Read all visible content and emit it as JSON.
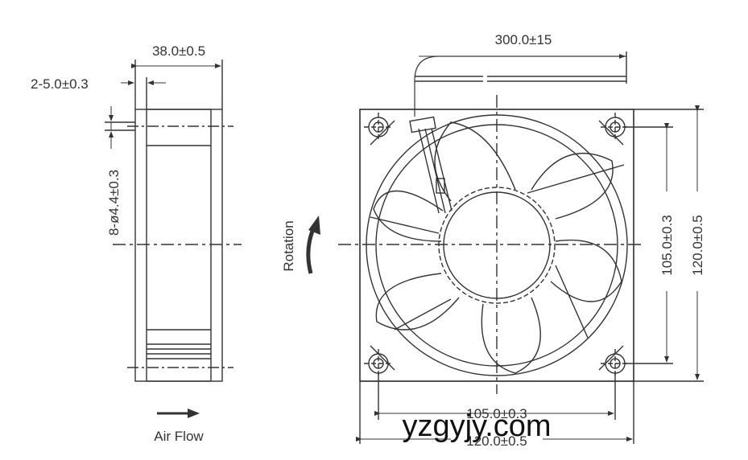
{
  "side_view": {
    "width_dim": "38.0±0.5",
    "inset_dim": "2-5.0±0.3",
    "hole_dim": "8-ø4.4±0.3"
  },
  "front_view": {
    "cable_dim": "300.0±15",
    "hole_spacing_v": "105.0±0.3",
    "outer_v": "120.0±0.5",
    "hole_spacing_h": "105.0±0.3",
    "outer_h": "120.0±0.5"
  },
  "labels": {
    "rotation": "Rotation",
    "air_flow": "Air Flow"
  },
  "watermark": "yzgyjy.com"
}
